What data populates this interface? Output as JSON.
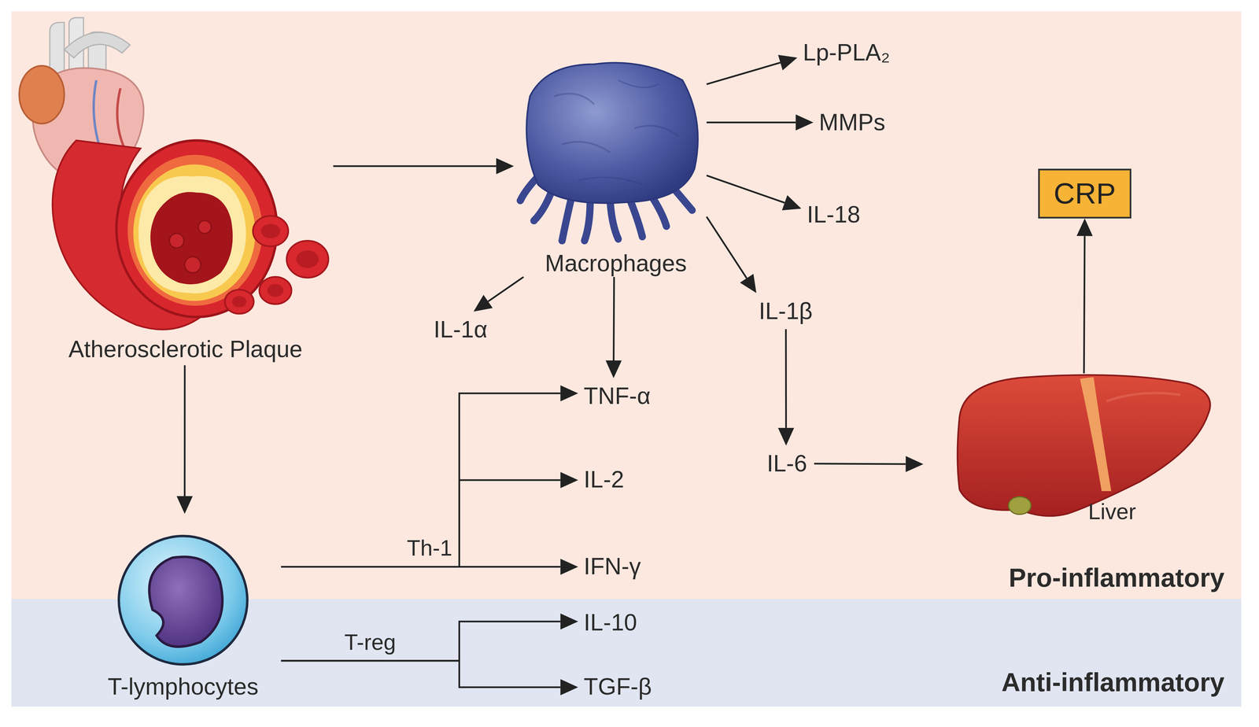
{
  "diagram": {
    "nodes": [
      {
        "text": [
          "Pro-inflammatory"
        ]
      },
      {
        "text": [
          "Atherosclerotic Plaque"
        ],
        "in": 0
      },
      {
        "text": [
          "Macrophages"
        ],
        "in": 0
      },
      {
        "text": [
          "Lp-PLA₂"
        ],
        "in": 0
      },
      {
        "text": [
          "MMPs"
        ],
        "in": 0
      },
      {
        "text": [
          "IL-18"
        ],
        "in": 0
      },
      {
        "text": [
          "CRP"
        ],
        "in": 0
      },
      {
        "text": [
          "IL-1α"
        ],
        "in": 0
      },
      {
        "text": [
          "IL-1β"
        ],
        "in": 0
      },
      {
        "text": [
          "TNF-α"
        ],
        "in": 0
      },
      {
        "text": [
          "IL-2"
        ],
        "in": 0
      },
      {
        "text": [
          "IL-6"
        ],
        "in": 0
      },
      {
        "text": [
          "Liver"
        ],
        "in": 0
      },
      {
        "text": [
          "IFN-γ"
        ],
        "in": 0
      },
      {
        "text": [
          "T-lymphocytes"
        ]
      },
      {
        "text": [
          "Anti-inflammatory"
        ]
      },
      {
        "text": [
          "IL-10"
        ],
        "in": 15
      },
      {
        "text": [
          "TGF-β"
        ],
        "in": 15
      }
    ],
    "edges": [
      {
        "from": 1,
        "to": 2,
        "arrow": "to"
      },
      {
        "from": 1,
        "to": 14,
        "arrow": "to"
      },
      {
        "from": 2,
        "to": 3,
        "arrow": "to"
      },
      {
        "from": 2,
        "to": 4,
        "arrow": "to"
      },
      {
        "from": 2,
        "to": 5,
        "arrow": "to"
      },
      {
        "from": 2,
        "to": 7,
        "arrow": "to"
      },
      {
        "from": 2,
        "to": 9,
        "arrow": "to"
      },
      {
        "from": 2,
        "to": 8,
        "arrow": "to"
      },
      {
        "from": 8,
        "to": 11,
        "arrow": "to"
      },
      {
        "from": 11,
        "to": 12,
        "arrow": "to"
      },
      {
        "from": 12,
        "to": 6,
        "arrow": "to"
      },
      {
        "from": 14,
        "to": 9,
        "arrow": "to"
      },
      {
        "from": 14,
        "to": 10,
        "arrow": "to"
      },
      {
        "from": 14,
        "to": 13,
        "label": "Th-1",
        "arrow": "to"
      },
      {
        "from": 14,
        "to": 16,
        "label": "T-reg",
        "arrow": "to"
      },
      {
        "from": 14,
        "to": 17,
        "arrow": "to"
      }
    ]
  }
}
